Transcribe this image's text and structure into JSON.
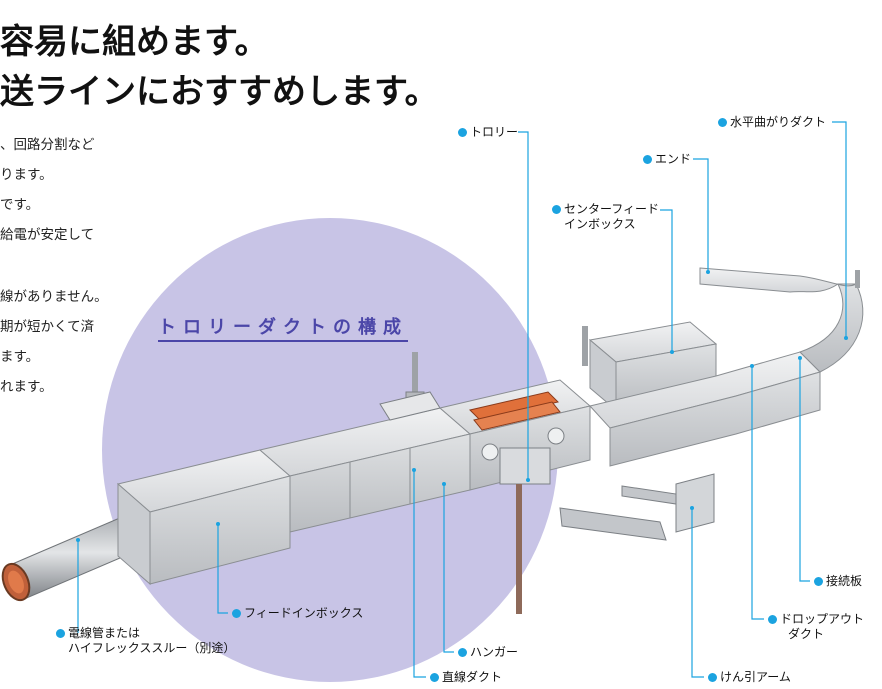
{
  "headline": {
    "line1": "容易に組めます。",
    "line2": "送ラインにおすすめします。"
  },
  "body_lines": [
    "、回路分割など",
    "ります。",
    "です。",
    "給電が安定して",
    "線がありません。",
    "期が短かくて済",
    "ます。",
    "れます。"
  ],
  "diagram": {
    "section_title": "トロリーダクトの構成",
    "callouts": {
      "trolley": "トロリー",
      "horizontal_bend": "水平曲がりダクト",
      "end": "エンド",
      "center_feed_1": "センターフィード",
      "center_feed_2": "インボックス",
      "feed_in_box": "フィードインボックス",
      "conduit_1": "電線管または",
      "conduit_2": "ハイフレックススルー（別途）",
      "hanger": "ハンガー",
      "straight_duct": "直線ダクト",
      "tow_arm": "けん引アーム",
      "drop_out_1": "ドロップアウト",
      "drop_out_2": "ダクト",
      "joint_plate": "接続板"
    }
  },
  "colors": {
    "accent_dot": "#1ba3e0",
    "title": "#4b46a8",
    "circle_bg": "#c8c4e6",
    "duct_metal": "#d7d9dc",
    "conductor": "#e0703a"
  }
}
